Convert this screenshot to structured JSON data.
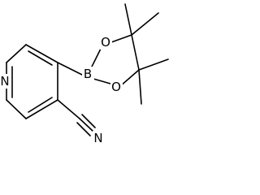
{
  "molecule": {
    "atoms": {
      "ring_n": "N",
      "boron": "B",
      "oxygen_top": "O",
      "oxygen_bottom": "O",
      "nitrile_n": "N"
    }
  }
}
